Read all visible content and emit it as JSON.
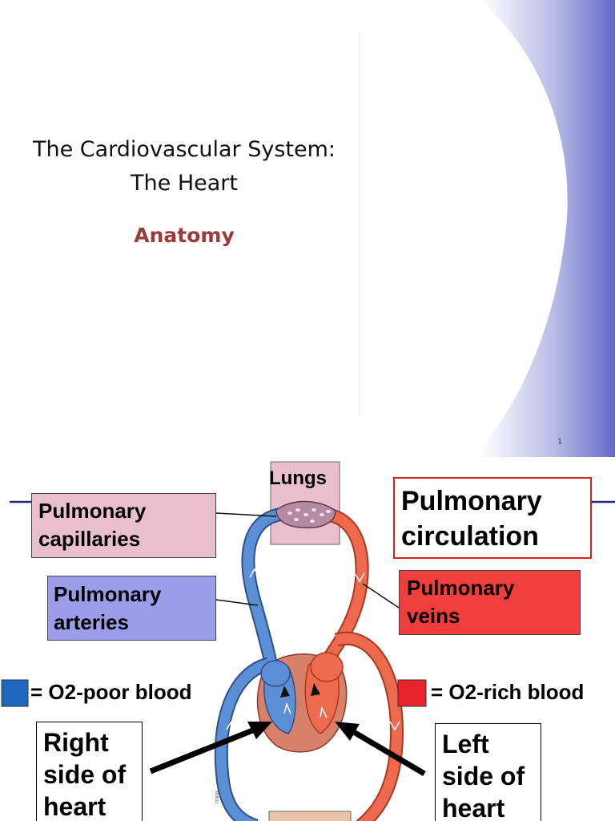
{
  "slide1": {
    "title_line1": "The Cardiovascular System:",
    "title_line2": "The Heart",
    "subtitle": "Anatomy",
    "page_number": "1"
  },
  "slide2": {
    "lungs_label": "Lungs",
    "pulmonary_capillaries": [
      "Pulmonary",
      "capillaries"
    ],
    "pulmonary_arteries": [
      "Pulmonary",
      "arteries"
    ],
    "pulmonary_veins": [
      "Pulmonary",
      "veins"
    ],
    "pulmonary_circulation": [
      "Pulmonary",
      "circulation"
    ],
    "legend_poor": "= O2-poor blood",
    "legend_rich": "= O2-rich blood",
    "right_side": [
      "Right",
      "side of",
      "heart"
    ],
    "left_side": [
      "Left",
      "side of",
      "heart"
    ],
    "credit": "rning",
    "colors": {
      "o2_poor": "#2f6fc4",
      "o2_rich": "#e8452f",
      "accent_band": "#6468c8",
      "capillary_box": "#e9bfcd",
      "arteries_box": "#9b9de8",
      "veins_box": "#f23d3d",
      "title_accent": "#9b3a3a"
    }
  }
}
